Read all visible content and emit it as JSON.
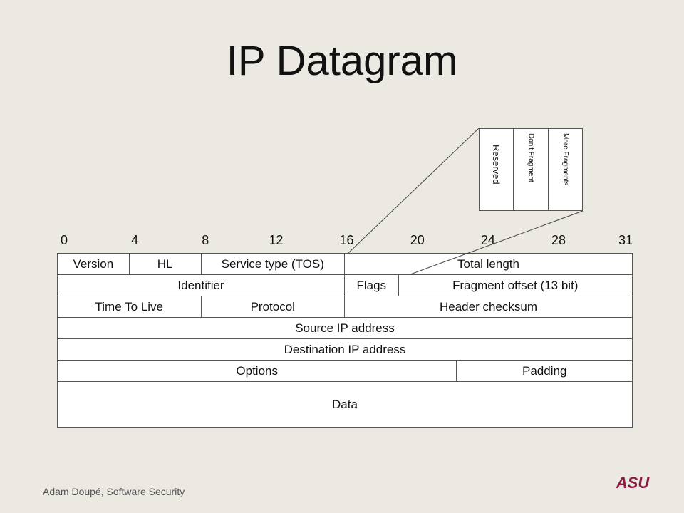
{
  "title": "IP Datagram",
  "bit_positions": [
    "0",
    "4",
    "8",
    "12",
    "16",
    "20",
    "24",
    "28",
    "31"
  ],
  "rows": [
    {
      "fields": [
        {
          "name": "version",
          "label": "Version",
          "bits": 4
        },
        {
          "name": "hl",
          "label": "HL",
          "bits": 4
        },
        {
          "name": "tos",
          "label": "Service type (TOS)",
          "bits": 8
        },
        {
          "name": "total-length",
          "label": "Total length",
          "bits": 16
        }
      ]
    },
    {
      "fields": [
        {
          "name": "identifier",
          "label": "Identifier",
          "bits": 16
        },
        {
          "name": "flags",
          "label": "Flags",
          "bits": 3
        },
        {
          "name": "fragment-offset",
          "label": "Fragment offset (13 bit)",
          "bits": 13
        }
      ]
    },
    {
      "fields": [
        {
          "name": "ttl",
          "label": "Time To Live",
          "bits": 8
        },
        {
          "name": "protocol",
          "label": "Protocol",
          "bits": 8
        },
        {
          "name": "header-checksum",
          "label": "Header checksum",
          "bits": 16
        }
      ]
    },
    {
      "fields": [
        {
          "name": "source-ip",
          "label": "Source IP address",
          "bits": 32
        }
      ]
    },
    {
      "fields": [
        {
          "name": "destination-ip",
          "label": "Destination IP address",
          "bits": 32
        }
      ]
    },
    {
      "fields": [
        {
          "name": "options",
          "label": "Options",
          "bits": 22.25
        },
        {
          "name": "padding",
          "label": "Padding",
          "bits": 9.75
        }
      ]
    },
    {
      "fields": [
        {
          "name": "data",
          "label": "Data",
          "bits": 32
        }
      ]
    }
  ],
  "flags_detail": [
    "Reserved",
    "Don't Fragment",
    "More Fragments"
  ],
  "footer": "Adam Doupé, Software Security",
  "logo_text": "ASU",
  "colors": {
    "logo": "#8c1d40",
    "background": "#ece9e2"
  }
}
